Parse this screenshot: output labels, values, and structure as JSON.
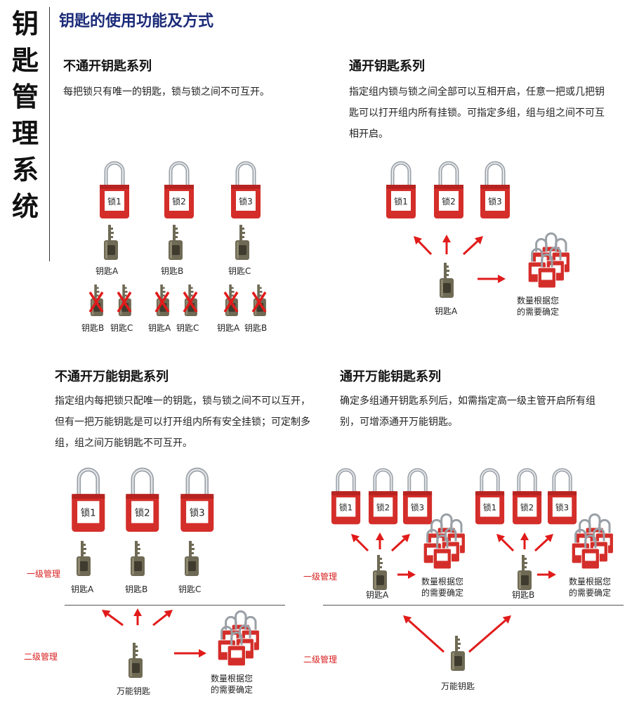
{
  "side_title": [
    "钥",
    "匙",
    "管",
    "理",
    "系",
    "统"
  ],
  "main_title": "钥匙的使用功能及方式",
  "colors": {
    "lock_red": "#d42e2a",
    "arrow_red": "#e11b1b",
    "key_bronze": "#6f6a55",
    "title_blue": "#1b2a78"
  },
  "labels": {
    "lock1": "锁1",
    "lock2": "锁2",
    "lock3": "锁3",
    "keyA": "钥匙A",
    "keyB": "钥匙B",
    "keyC": "钥匙C",
    "master_key": "万能钥匙",
    "note_line1": "数量根据您",
    "note_line2": "的需要确定",
    "level1": "一级管理",
    "level2": "二级管理"
  },
  "sections": {
    "s1": {
      "title": "不通开钥匙系列",
      "desc": "每把锁只有唯一的钥匙，锁与锁之间不可互开。"
    },
    "s2": {
      "title": "通开钥匙系列",
      "desc": "指定组内锁与锁之间全部可以互相开启，任意一把或几把钥匙可以打开组内所有挂锁。可指定多组，组与组之间不可互相开启。"
    },
    "s3": {
      "title": "不通开万能钥匙系列",
      "desc": "指定组内每把锁只配唯一的钥匙，锁与锁之间不可以互开，但有一把万能钥匙是可以打开组内所有安全挂锁；可定制多组，组之间万能钥匙不可互开。"
    },
    "s4": {
      "title": "通开万能钥匙系列",
      "desc": "确定多组通开钥匙系列后，如需指定高一级主管开启所有组别，可增添通开万能钥匙。"
    }
  }
}
